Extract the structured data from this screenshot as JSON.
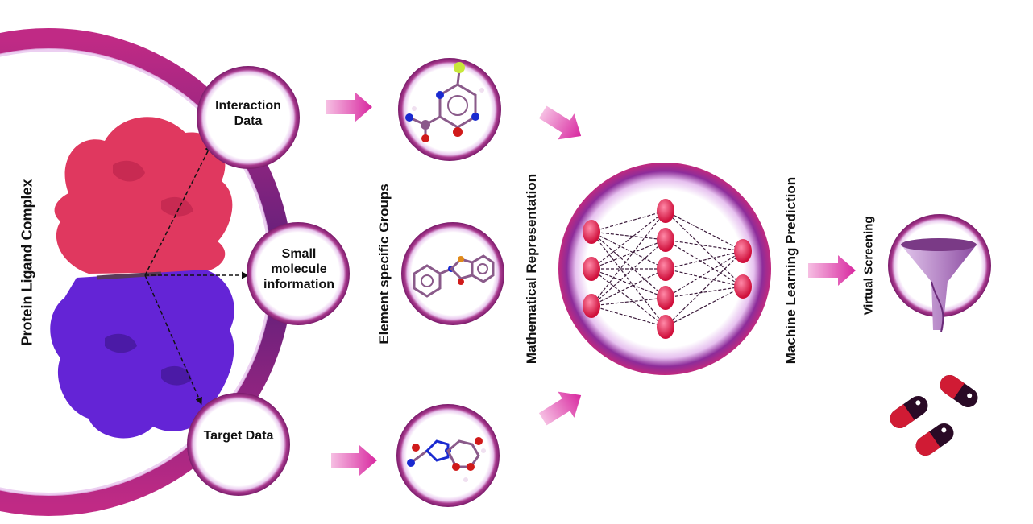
{
  "labels": {
    "protein_ligand_complex": "Protein Ligand Complex",
    "interaction_data": "Interaction Data",
    "small_molecule_information": "Small molecule information",
    "target_data": "Target Data",
    "element_specific_groups": "Element specific Groups",
    "mathematical_representation": "Mathematical Representation",
    "machine_learning_prediction": "Machine  Learning Prediction",
    "virtual_screening": "Virtual Screening"
  },
  "colors": {
    "ring_magenta": "#b0287a",
    "ring_purple": "#5a1f7a",
    "arrow_pink": "#e43fb0",
    "protein_red": "#e0385f",
    "protein_purple": "#6424d6",
    "neuron_red": "#e8204f",
    "funnel": "#9a62b0",
    "pill_red": "#d01b34",
    "pill_dark": "#2a0a26"
  },
  "neural_network": {
    "layers": [
      3,
      5,
      2
    ]
  },
  "icons": [
    "pipeline-arrow-icon",
    "molecule-icon",
    "funnel-icon",
    "capsule-icon",
    "protein-surface-icon"
  ]
}
